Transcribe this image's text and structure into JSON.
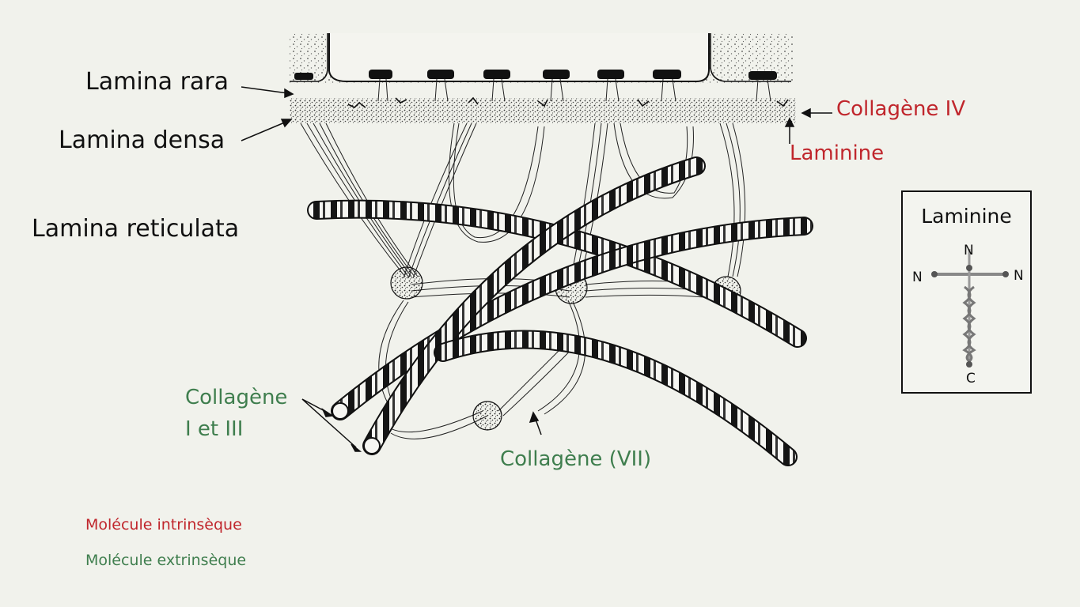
{
  "labels": {
    "lamina_rara": "Lamina rara",
    "lamina_densa": "Lamina densa",
    "lamina_reticulata": "Lamina reticulata",
    "collagene_iv": "Collagène IV",
    "laminine": "Laminine",
    "collagene_i_iii_line1": "Collagène",
    "collagene_i_iii_line2": "I et III",
    "collagene_vii": "Collagène (VII)"
  },
  "inset": {
    "title": "Laminine",
    "n_top": "N",
    "n_left": "N",
    "n_right": "N",
    "c_bottom": "C"
  },
  "legend": {
    "intrinsic": "Molécule intrinsèque",
    "extrinsic": "Molécule extrinsèque"
  },
  "colors": {
    "intrinsic": "#c0262c",
    "extrinsic": "#3f7e4e",
    "background": "#f1f2ec"
  }
}
